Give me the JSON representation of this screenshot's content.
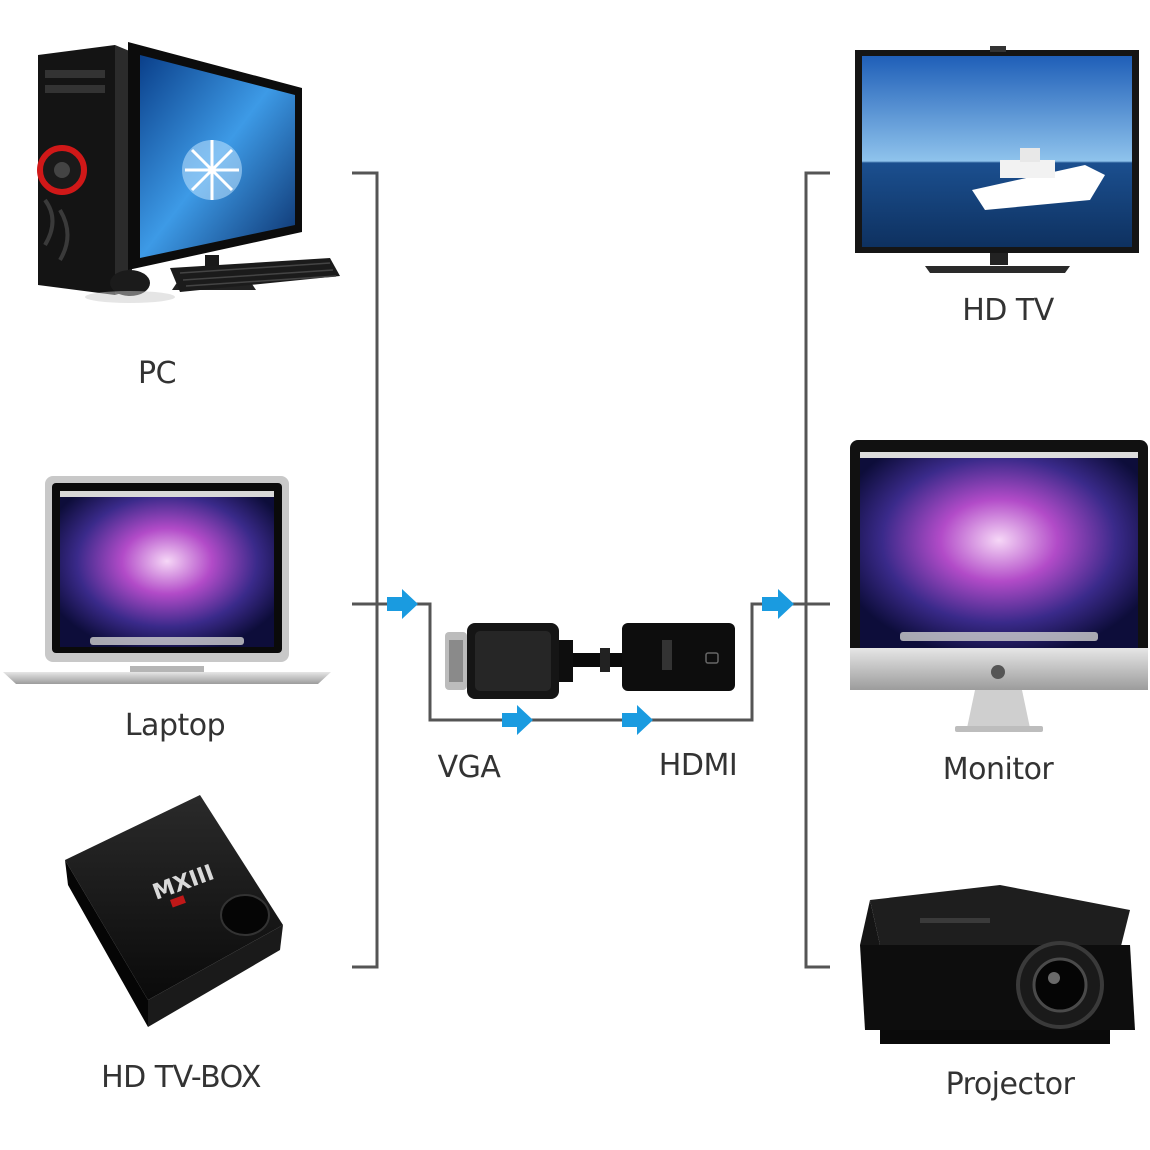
{
  "colors": {
    "line": "#555555",
    "arrow": "#1a9be0",
    "text": "#333333",
    "device_dark": "#111111",
    "screen_blue": "#2f7fd6",
    "screen_purple": "#8a3fb0",
    "apple": "#cfcfcf"
  },
  "sources": {
    "pc": {
      "label": "PC",
      "icon": "desktop-pc-icon"
    },
    "laptop": {
      "label": "Laptop",
      "icon": "laptop-icon"
    },
    "tvbox": {
      "label": "HD TV-BOX",
      "icon": "tv-box-icon",
      "brand": "MXIII"
    }
  },
  "adapter": {
    "input_label": "VGA",
    "output_label": "HDMI",
    "icon": "vga-to-hdmi-adapter-icon"
  },
  "outputs": {
    "hdtv": {
      "label": "HD TV",
      "icon": "hd-tv-icon"
    },
    "monitor": {
      "label": "Monitor",
      "icon": "monitor-icon"
    },
    "projector": {
      "label": "Projector",
      "icon": "projector-icon"
    }
  }
}
